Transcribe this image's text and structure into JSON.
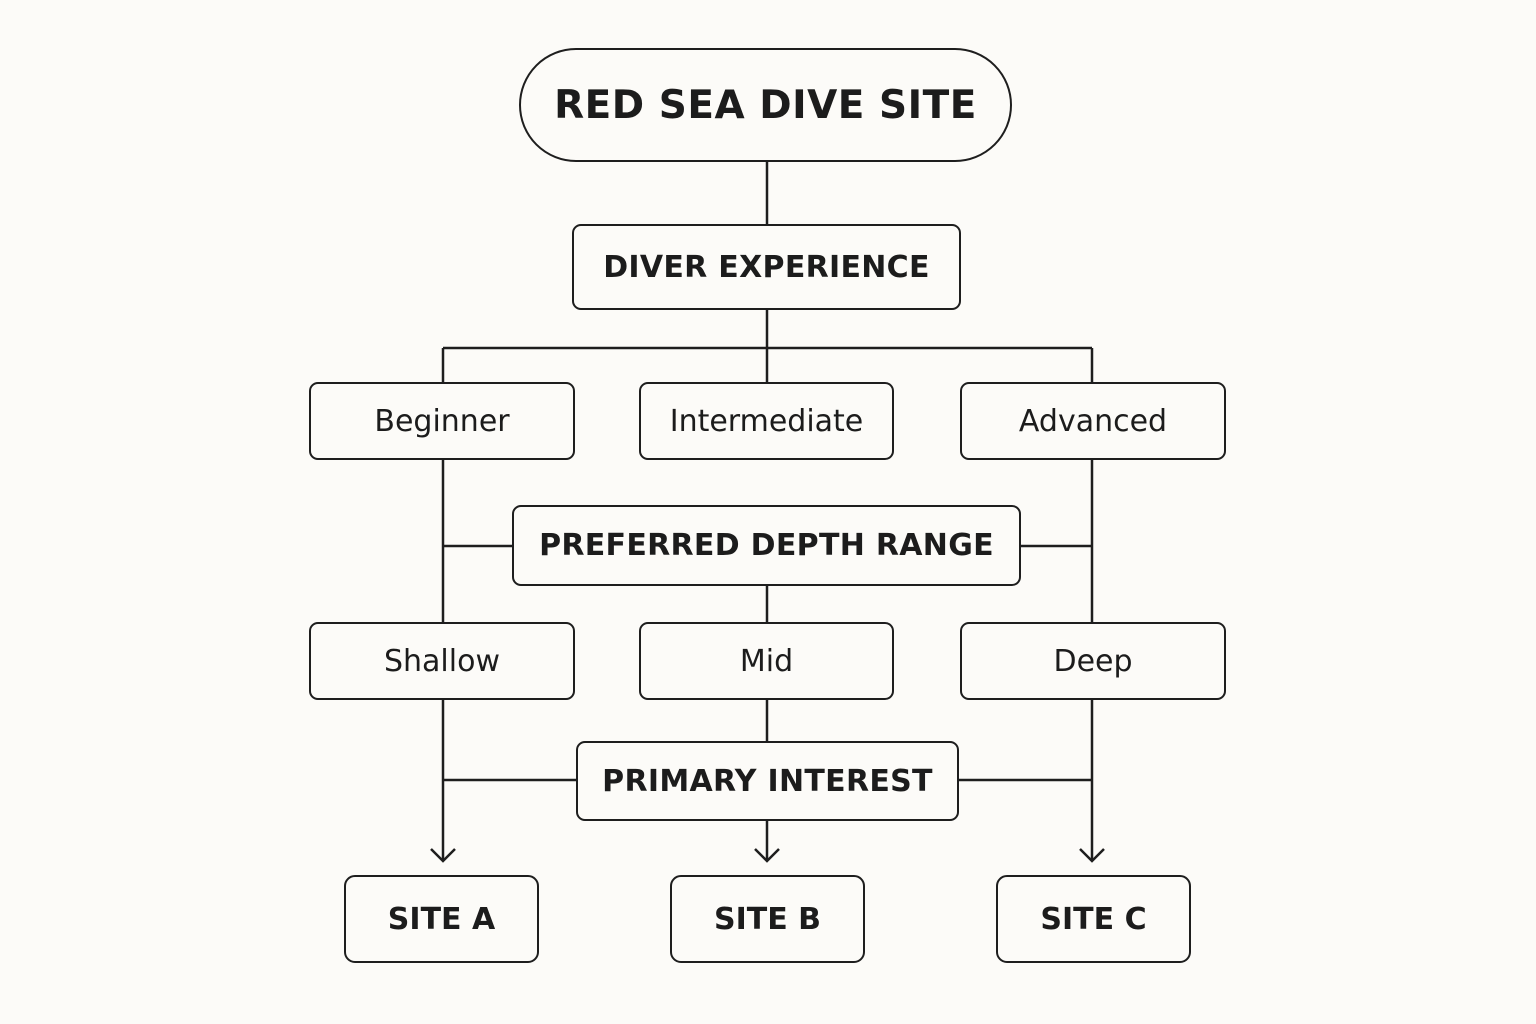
{
  "diagram": {
    "title": "RED SEA DIVE SITE",
    "experience": {
      "heading": "DIVER EXPERIENCE",
      "options": [
        "Beginner",
        "Intermediate",
        "Advanced"
      ]
    },
    "depth": {
      "heading": "PREFERRED DEPTH RANGE",
      "options": [
        "Shallow",
        "Mid",
        "Deep"
      ]
    },
    "interest": {
      "heading": "PRIMARY INTEREST"
    },
    "sites": [
      "SITE A",
      "SITE B",
      "SITE C"
    ]
  },
  "colors": {
    "stroke": "#1e1e1e",
    "text": "#1c1c1c",
    "background": "#fcfbf8"
  }
}
